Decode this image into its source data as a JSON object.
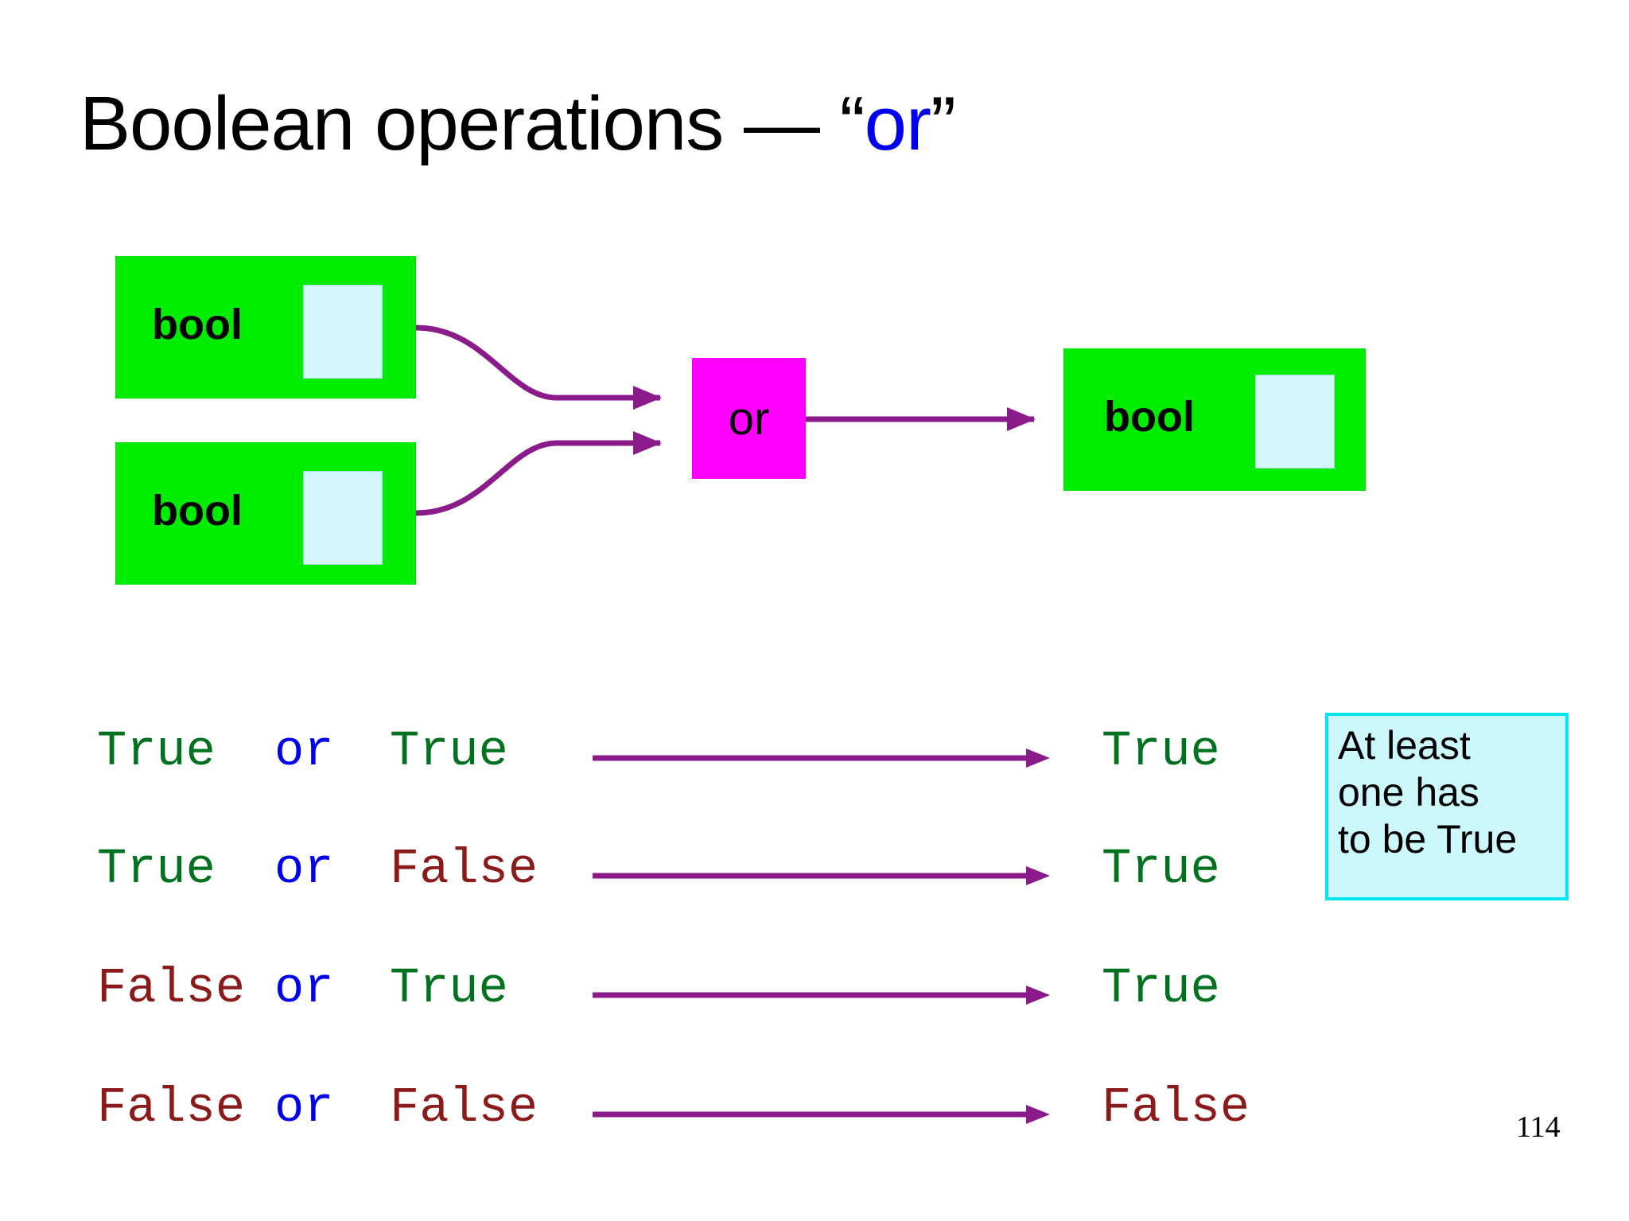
{
  "slide": {
    "title_prefix": "Boolean operations — “",
    "title_operator": "or",
    "title_suffix": "”",
    "page_number": "114"
  },
  "diagram": {
    "input_a": {
      "type_label": "bool",
      "value": ""
    },
    "input_b": {
      "type_label": "bool",
      "value": ""
    },
    "operator": {
      "label": "or"
    },
    "output": {
      "type_label": "bool",
      "value": ""
    }
  },
  "colors": {
    "type_box": "#00ec00",
    "value_slot": "#d3f7fb",
    "operator_box": "#ff00ff",
    "arrow": "#8b1a8b",
    "true_text": "#00711f",
    "false_text": "#8b1a1a",
    "operator_text": "#0000ee",
    "callout_fill": "#ccf7fb",
    "callout_border": "#00e5f0"
  },
  "truth_table": {
    "operator": "or",
    "rows": [
      {
        "lhs": "True ",
        "op": "or",
        "rhs": "True ",
        "result": "True"
      },
      {
        "lhs": "True ",
        "op": "or",
        "rhs": "False",
        "result": "True"
      },
      {
        "lhs": "False",
        "op": "or",
        "rhs": "True ",
        "result": "True"
      },
      {
        "lhs": "False",
        "op": "or",
        "rhs": "False",
        "result": "False"
      }
    ]
  },
  "callout": {
    "line1": "At least",
    "line2": "one has",
    "line3": "to be True"
  }
}
